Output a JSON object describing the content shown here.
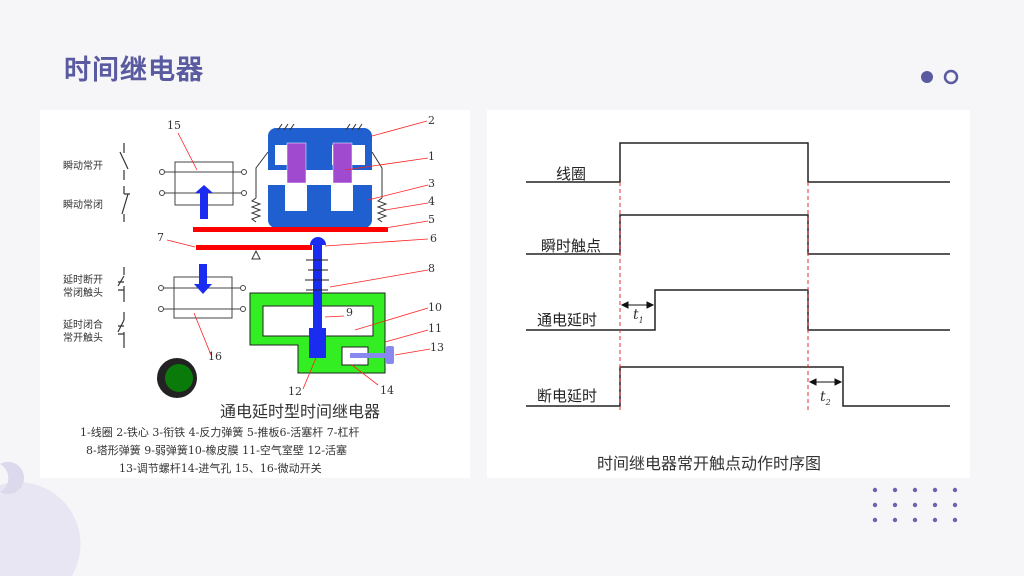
{
  "slide": {
    "title": "时间继电器"
  },
  "colors": {
    "accent": "#5a5aa0",
    "core": "#1f5fd0",
    "coil": "#a04ad0",
    "plate": "#ff0000",
    "housing": "#33ee22",
    "plunger": "#1a2cf0"
  },
  "relay_diagram": {
    "caption": "通电延时型时间继电器",
    "contact_labels": {
      "instant_no": "瞬动常开",
      "instant_nc": "瞬动常闭",
      "delay_nc_1": "延时断开",
      "delay_nc_2": "常闭触头",
      "delay_no_1": "延时闭合",
      "delay_no_2": "常开触头"
    },
    "part_numbers": [
      "1",
      "2",
      "3",
      "4",
      "5",
      "6",
      "7",
      "8",
      "9",
      "10",
      "11",
      "12",
      "13",
      "14",
      "15",
      "16"
    ],
    "legend": [
      "1-线圈 2-铁心 3-衔铁 4-反力弹簧 5-推板6-活塞杆 7-杠杆",
      "8-塔形弹簧 9-弱弹簧10-橡皮膜 11-空气室壁 12-活塞",
      "13-调节螺杆14-进气孔 15、16-微动开关"
    ]
  },
  "timing_diagram": {
    "caption": "时间继电器常开触点动作时序图",
    "rows": [
      {
        "label": "线圈"
      },
      {
        "label": "瞬时触点"
      },
      {
        "label": "通电延时"
      },
      {
        "label": "断电延时"
      }
    ],
    "t1": "t",
    "t1_sub": "1",
    "t2": "t",
    "t2_sub": "2"
  }
}
